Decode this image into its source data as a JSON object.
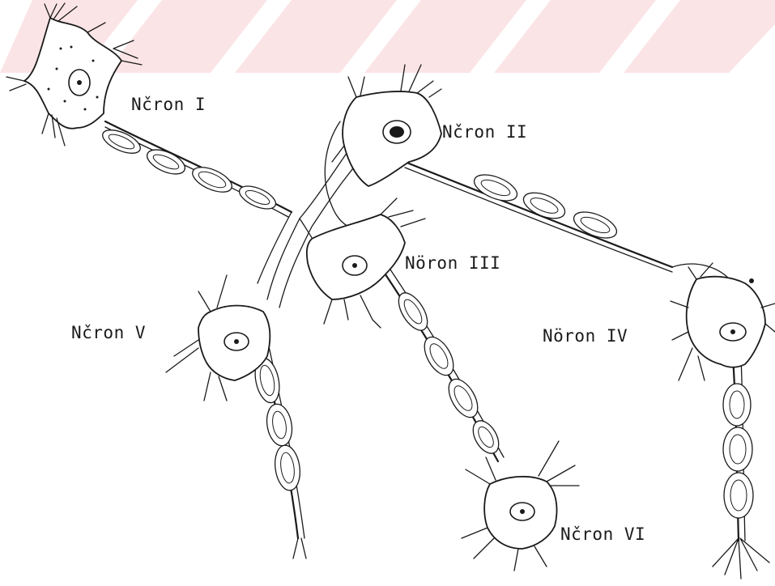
{
  "watermark_color": "#fbe4e6",
  "ink_color": "#1a1a1a",
  "labels": {
    "n1": "Nčron I",
    "n2": "Nčron II",
    "n3": "Nöron III",
    "n4": "Nöron IV",
    "n5": "Nčron V",
    "n6": "Nčron VI"
  }
}
